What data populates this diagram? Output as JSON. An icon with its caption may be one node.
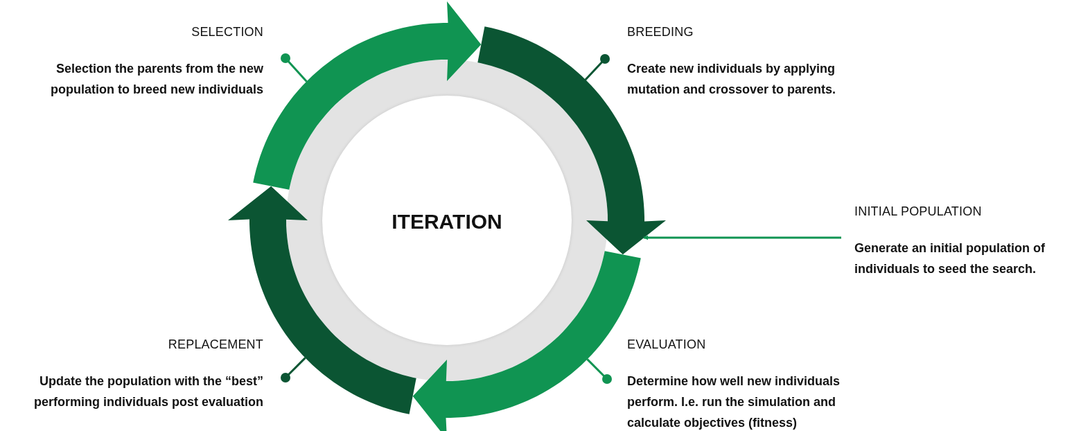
{
  "diagram": {
    "nodes": [
      {
        "text": [
          "ITERATION"
        ]
      },
      {
        "text": [],
        "shape": "arrow"
      },
      {
        "text": [],
        "shape": "arrow"
      },
      {
        "text": [],
        "shape": "arrow"
      },
      {
        "text": [],
        "shape": "arrow"
      },
      {
        "text": [
          "SELECTION",
          "Selection the parents from the new population to breed new individuals"
        ]
      },
      {
        "text": [
          "BREEDING",
          "Create new individuals by applying mutation and crossover to parents."
        ]
      },
      {
        "text": [
          "INITIAL POPULATION",
          "Generate an initial population of individuals to seed the search."
        ]
      },
      {
        "text": [
          "EVALUATION",
          "Determine how well new individuals perform. I.e. run the simulation and calculate objectives (fitness)"
        ]
      },
      {
        "text": [
          "REPLACEMENT",
          "Update the population with the “best” performing individuals post evaluation"
        ]
      }
    ],
    "edges": [
      {
        "from": 5,
        "to": 1,
        "arrow": "other"
      },
      {
        "from": 6,
        "to": 2,
        "arrow": "other",
        "color": "#0b5533"
      },
      {
        "from": 7,
        "to": 2,
        "arrow": "to"
      },
      {
        "from": 8,
        "to": 3,
        "arrow": "other"
      },
      {
        "from": 9,
        "to": 4,
        "arrow": "other",
        "color": "#0b5533"
      }
    ]
  }
}
